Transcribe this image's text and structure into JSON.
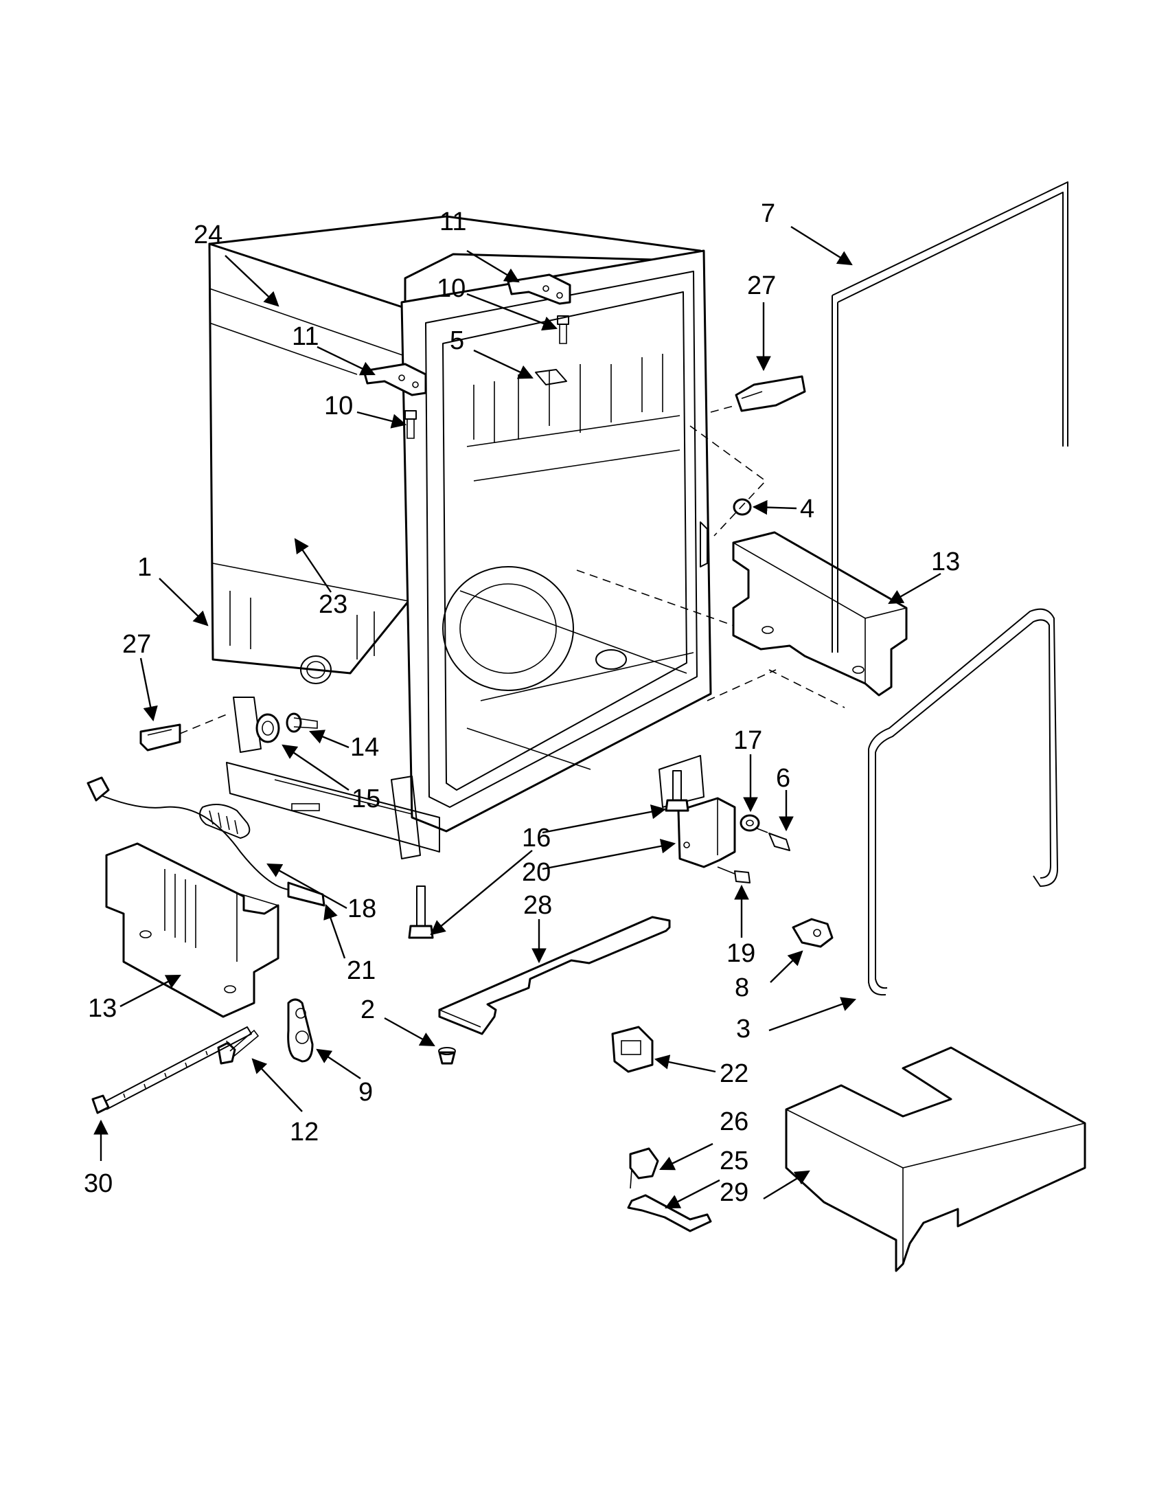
{
  "diagram": {
    "callouts": [
      {
        "id": "c24",
        "label": "24"
      },
      {
        "id": "c11a",
        "label": "11"
      },
      {
        "id": "c10a",
        "label": "10"
      },
      {
        "id": "c7",
        "label": "7"
      },
      {
        "id": "c27a",
        "label": "27"
      },
      {
        "id": "c11b",
        "label": "11"
      },
      {
        "id": "c5",
        "label": "5"
      },
      {
        "id": "c10b",
        "label": "10"
      },
      {
        "id": "c4",
        "label": "4"
      },
      {
        "id": "c13a",
        "label": "13"
      },
      {
        "id": "c1",
        "label": "1"
      },
      {
        "id": "c23",
        "label": "23"
      },
      {
        "id": "c27b",
        "label": "27"
      },
      {
        "id": "c17",
        "label": "17"
      },
      {
        "id": "c6",
        "label": "6"
      },
      {
        "id": "c14",
        "label": "14"
      },
      {
        "id": "c15",
        "label": "15"
      },
      {
        "id": "c16a",
        "label": "16"
      },
      {
        "id": "c20",
        "label": "20"
      },
      {
        "id": "c28",
        "label": "28"
      },
      {
        "id": "c18",
        "label": "18"
      },
      {
        "id": "c19",
        "label": "19"
      },
      {
        "id": "c21",
        "label": "21"
      },
      {
        "id": "c8",
        "label": "8"
      },
      {
        "id": "c13b",
        "label": "13"
      },
      {
        "id": "c2",
        "label": "2"
      },
      {
        "id": "c3",
        "label": "3"
      },
      {
        "id": "c9",
        "label": "9"
      },
      {
        "id": "c22",
        "label": "22"
      },
      {
        "id": "c12",
        "label": "12"
      },
      {
        "id": "c26",
        "label": "26"
      },
      {
        "id": "c25",
        "label": "25"
      },
      {
        "id": "c29",
        "label": "29"
      },
      {
        "id": "c30",
        "label": "30"
      }
    ]
  }
}
